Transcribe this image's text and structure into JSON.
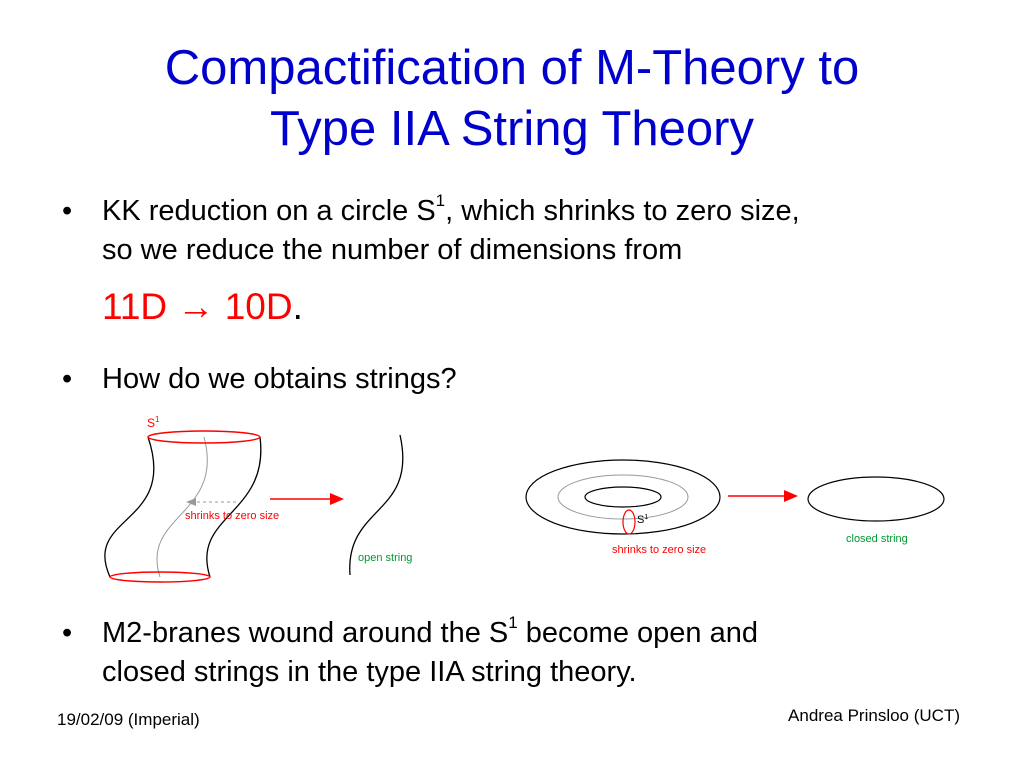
{
  "slide": {
    "title_line1": "Compactification of M-Theory to",
    "title_line2": "Type IIA String Theory",
    "bullet_symbol": "•",
    "bullet1": {
      "line1_pre": "KK reduction on a circle S",
      "line1_sup": "1",
      "line1_post": ", which shrinks to zero size,",
      "line2": "so we reduce the number of dimensions from"
    },
    "formula_main": "11D → 10D",
    "formula_period": ".",
    "bullet2": "How do we obtains strings?",
    "bullet3": {
      "line1_pre": "M2-branes wound around the S",
      "line1_sup": "1",
      "line1_post": " become open and",
      "line2": "closed strings in the type IIA string theory."
    },
    "footer_left": "19/02/09 (Imperial)",
    "footer_right": "Andrea Prinsloo (UCT)"
  },
  "diagram": {
    "left_circle_label": "S",
    "left_circle_sup": "1",
    "left_shrink_label": "shrinks to zero size",
    "open_string_label": "open string",
    "torus_circle_label": "S",
    "torus_circle_sup": "1",
    "torus_shrink_label": "shrinks to zero size",
    "closed_string_label": "closed string",
    "colors": {
      "red": "#ff0000",
      "green": "#009933",
      "grey": "#999999",
      "line": "#000000"
    }
  }
}
